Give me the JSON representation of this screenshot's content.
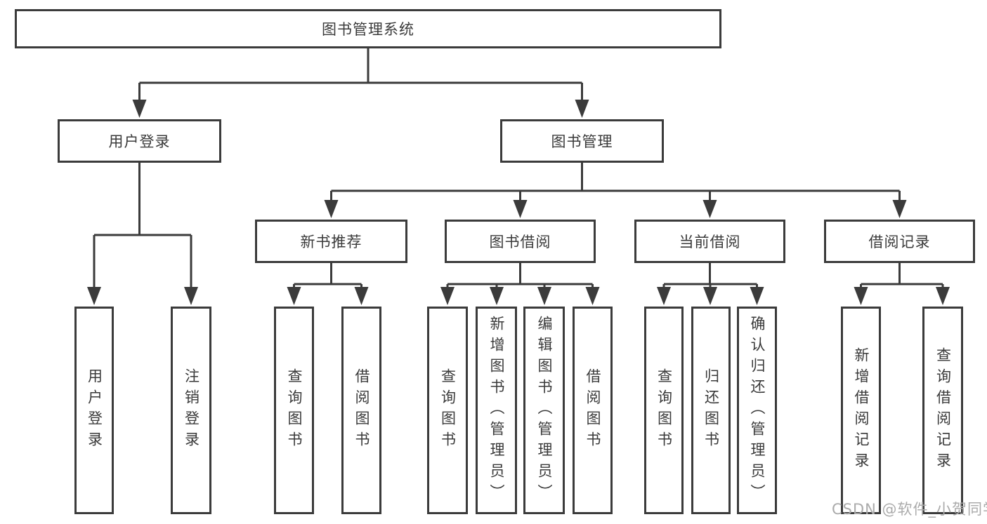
{
  "tree": {
    "label": "图书管理系统",
    "children": [
      {
        "label": "用户登录",
        "children": [
          {
            "label": "用户登录"
          },
          {
            "label": "注销登录"
          }
        ]
      },
      {
        "label": "图书管理",
        "children": [
          {
            "label": "新书推荐",
            "children": [
              {
                "label": "查询图书"
              },
              {
                "label": "借阅图书"
              }
            ]
          },
          {
            "label": "图书借阅",
            "children": [
              {
                "label": "查询图书"
              },
              {
                "label": "新增图书（管理员）"
              },
              {
                "label": "编辑图书（管理员）"
              },
              {
                "label": "借阅图书"
              }
            ]
          },
          {
            "label": "当前借阅",
            "children": [
              {
                "label": "查询图书"
              },
              {
                "label": "归还图书"
              },
              {
                "label": "确认归还（管理员）"
              }
            ]
          },
          {
            "label": "借阅记录",
            "children": [
              {
                "label": "新增借阅记录"
              },
              {
                "label": "查询借阅记录"
              }
            ]
          }
        ]
      }
    ]
  },
  "watermark": "CSDN @软件_小贺同学",
  "colors": {
    "line": "#3b3b3b",
    "text": "#3a3a3a",
    "background": "#ffffff",
    "watermark": "#ababab"
  }
}
